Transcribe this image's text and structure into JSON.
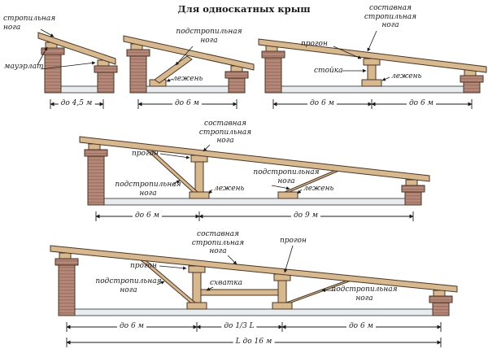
{
  "title": "Для односкатных крыш",
  "diagram1": {
    "labels": {
      "rafter": "стропильная\nнога",
      "mauerlat": "мауэрлат"
    },
    "dims": {
      "span": "до 4,5 м"
    }
  },
  "diagram2": {
    "labels": {
      "understrut": "подстропильная\nнога",
      "sleeper": "лежень"
    },
    "dims": {
      "span": "до 6 м"
    }
  },
  "diagram3": {
    "labels": {
      "composite_rafter": "составная\nстропильная\nнога",
      "purlin": "прогон",
      "post": "стойка",
      "sleeper": "лежень"
    },
    "dims": {
      "left": "до 6 м",
      "right": "до 6 м"
    }
  },
  "diagram4": {
    "labels": {
      "composite_rafter": "составная\nстропильная\nнога",
      "purlin": "прогон",
      "understrut_right": "подстропильная\nнога",
      "understrut_left": "подстропильная\nнога",
      "sleeper_mid": "лежень",
      "sleeper_right": "лежень"
    },
    "dims": {
      "left": "до 6 м",
      "right": "до 9 м"
    }
  },
  "diagram5": {
    "labels": {
      "composite_rafter": "составная\nстропильная\nнога",
      "purlin_right": "прогон",
      "purlin_left": "прогон",
      "understrut_left": "подстропильная\nнога",
      "tie": "схватка",
      "understrut_right": "подстропильная\nнога"
    },
    "dims": {
      "left": "до 6 м",
      "middle": "до 1/3 L",
      "right": "до 6 м",
      "total": "L до 16 м"
    }
  },
  "colors": {
    "beam": "#d8b88e",
    "wall": "#b5897a",
    "wall_line": "#97675a",
    "floor": "#e9ecee",
    "outline": "#4a3626",
    "ink": "#1a1a1a"
  }
}
